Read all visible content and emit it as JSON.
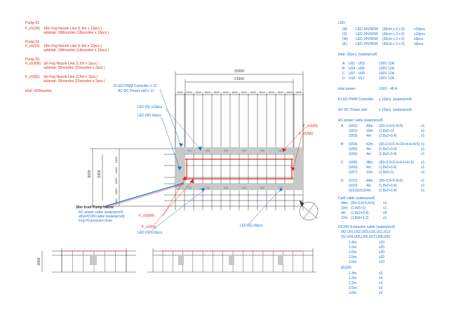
{
  "pump_list": [
    {
      "id": "pump01_label",
      "text": "Pump 01"
    },
    {
      "id": "pump01_line",
      "code": "F_ch1(N)",
      "desc": "18m Fog Nozzle Line (1.5m x 12pcs.)"
    },
    {
      "id": "pump01_sub",
      "text": "subtotal-  198nozzles (18nozzles x 12pcs.)"
    },
    {
      "id": "pump02_label",
      "text": "Pump 02"
    },
    {
      "id": "pump02_line",
      "code": "F_ch2(S)",
      "desc": "18m Fog Nozzle Line (1.5m x 12pcs.)"
    },
    {
      "id": "pump02_sub",
      "text": "subtotal-  198nozzles (18nozzles x 12pcs.)"
    },
    {
      "id": "pump03_label",
      "text": "Pump 03"
    },
    {
      "id": "pump03_line",
      "code": "F_ch3(W)",
      "desc": "3m Fog Nozzle Line (1.5m x 2pcs.)"
    },
    {
      "id": "pump03_sub",
      "text": "subtotal-  30nozzles (15nozzles x 2pcs.)"
    },
    {
      "id": "pump03e_line",
      "code": "F_ch3(E)",
      "desc": "3m Fog Nozzle Line (1.5m x 2pcs.)"
    },
    {
      "id": "pump03e_sub",
      "text": "subtotal-  30nozzles (15nozzles x 2pcs.)"
    },
    {
      "id": "total",
      "text": "total-    420nozzles"
    }
  ],
  "led_list": {
    "title": "LED",
    "rows": [
      {
        "code": "(N)",
        "spec": "LED 24V/60W",
        "dims": "(36cm x 3 x 6)",
        "qty": "x10pcs."
      },
      {
        "code": "(S)",
        "spec": "LED 24V/60W",
        "dims": "(36cm x 3 x 6)",
        "qty": "x10pcs."
      },
      {
        "code": "(W)",
        "spec": "LED 24V/60W",
        "dims": "(36cm x 3 x 6)",
        "qty": "x6pcs."
      },
      {
        "code": "(E)",
        "spec": "LED 24V/60W",
        "dims": "(36cm x 3 x 6)",
        "qty": "x6pcs."
      }
    ],
    "total": "total-      32pcs. (waterproof)",
    "units": [
      {
        "code": "A",
        "range": "U01 - U03",
        "spec": "100V 12A"
      },
      {
        "code": "B",
        "range": "U04 - U06",
        "spec": "100V 12A"
      },
      {
        "code": "C",
        "range": "U07 - U09",
        "spec": "100V 12A"
      },
      {
        "code": "D",
        "range": "U10 - U12",
        "spec": "100V 12A"
      }
    ],
    "total_power_label": "total power:",
    "total_power_value": "100V - 48 A",
    "pwm_label": "8 LED PWM Controller",
    "pwm_value": "x 12pcs. (waterproof)",
    "dc_label": "AC-DC Power unit",
    "dc_value": "x 12pcs. (waterproof)"
  },
  "ac_cable": {
    "title": "AC power cable (waterproof)",
    "groups": [
      {
        "code": "A",
        "rows": [
          {
            "u": "(U01)",
            "len": "44m",
            "calc": "(30+3.6+5.4+5)",
            "n": "x1"
          },
          {
            "u": "(U02)",
            "len": "10m",
            "calc": "(1.8x5+1)",
            "n": "x1"
          },
          {
            "u": "(U03)",
            "len": "4m",
            "calc": "(1.8x2+0.4)",
            "n": "x1"
          }
        ]
      },
      {
        "code": "B",
        "rows": [
          {
            "u": "(U04)",
            "len": "63m",
            "calc": "(30+3.6+5.4+19+4.4+4+5)",
            "n": "x1"
          },
          {
            "u": "(U05)",
            "len": "4m",
            "calc": "(1.8x2+0.4)",
            "n": "x1"
          },
          {
            "u": "(U06)",
            "len": "4m",
            "calc": "(1.8x2+0.4)",
            "n": "x1"
          }
        ]
      },
      {
        "code": "C",
        "rows": [
          {
            "u": "(U08)",
            "len": "38m",
            "calc": "(30+3.6+5.4+4.4+4+5)",
            "n": "x1"
          },
          {
            "u": "(U09)",
            "len": "4m",
            "calc": "(1.8x2+0.4)",
            "n": "x1"
          },
          {
            "u": "(U07)",
            "len": "10m",
            "calc": "(1.8x5+1)",
            "n": "x1"
          }
        ]
      },
      {
        "code": "D",
        "rows": [
          {
            "u": "(U12)",
            "len": "44m",
            "calc": "(30+3.6+5.4+5)",
            "n": "x1"
          },
          {
            "u": "(U10)",
            "len": "4m",
            "calc": "(1.8x2+0.4)",
            "n": "x1"
          },
          {
            "u": "(U11)(U10)",
            "len": "4m",
            "calc": "(1.8x2+0.4)",
            "n": "x1"
          }
        ]
      }
    ],
    "cat6_title": "Cat6 cable (waterproof)",
    "cat6_rows": [
      {
        "len": "44m",
        "calc": "(30+3.6+5.4+5)",
        "n": "x1"
      },
      {
        "len": "10m",
        "calc": "(1.8x5+1)",
        "n": "x1"
      },
      {
        "len": "4m",
        "calc": "(1.8x2+0.4)",
        "n": "x8"
      },
      {
        "len": "12m",
        "calc": "(1.8x6+1.2)",
        "n": "x1"
      }
    ]
  },
  "dc_cable": {
    "title": "DC24V Extension cable (waterproof)",
    "sub1": "(N) U01,U02,U03,U10,U11,U12",
    "sub2": "(S) U04,U05,U06,U07,U08,U09",
    "rows1": [
      {
        "len": "1.4m",
        "n": "x10"
      },
      {
        "len": "1.5m",
        "n": "x20"
      },
      {
        "len": "2.0m",
        "n": "x20"
      },
      {
        "len": "2.5m",
        "n": "x20"
      },
      {
        "len": "3.0m",
        "n": "x10"
      }
    ],
    "sub3": "(E)(W)",
    "rows2": [
      {
        "len": "1.4m",
        "n": "x2"
      },
      {
        "len": "1.8m",
        "n": "x4"
      },
      {
        "len": "2.2m",
        "n": "x2"
      },
      {
        "len": "2.6m",
        "n": "x2"
      },
      {
        "len": "3.0m",
        "n": "x2"
      }
    ]
  },
  "plan": {
    "dim_total": "25200",
    "dim_inner": "21600",
    "dim_bays": [
      "1800",
      "1800",
      "1800",
      "1800",
      "1800",
      "1800",
      "1800",
      "1800",
      "1800",
      "1800",
      "1800",
      "1800",
      "1800",
      "1800"
    ],
    "dim_height_total": "9000",
    "dim_height_inner": "5400",
    "dim_vert_bays": [
      "1800",
      "1800",
      "1800",
      "1800",
      "1800"
    ],
    "units_north": [
      "U01",
      "U02",
      "U03",
      "U04",
      "U05",
      "U06"
    ],
    "units_south": [
      "U12",
      "U11",
      "U10",
      "U09",
      "U08",
      "U07"
    ],
    "label_pwm": "8 LED PWM Controller x 12",
    "label_acdc": "AC-DC Power unit x 12",
    "label_led_n": "LED (N) x10pcs.",
    "label_led_w": "LED (W) x6pcs.",
    "label_led_s": "LED (S) x10pcs.",
    "label_led_e": "LED (E) x6pcs.",
    "label_fch1": "F_ch1(N)",
    "label_fch3e": "F_ch3(E)",
    "label_fch3w": "F_ch3(W)",
    "label_fch2": "F_ch2(S)",
    "pump_note_1": "30m from Pump house",
    "pump_note_2": "AC power cable (waterproof)",
    "pump_note_3": "ether/CON cable (waterproof)",
    "pump_note_4": "Fog Hi-pressure hose",
    "elev_height": "3000",
    "colors": {
      "red": "#e0241b",
      "blue": "#1f6fd1",
      "grey": "#bfbfbf",
      "line": "#333333"
    }
  }
}
